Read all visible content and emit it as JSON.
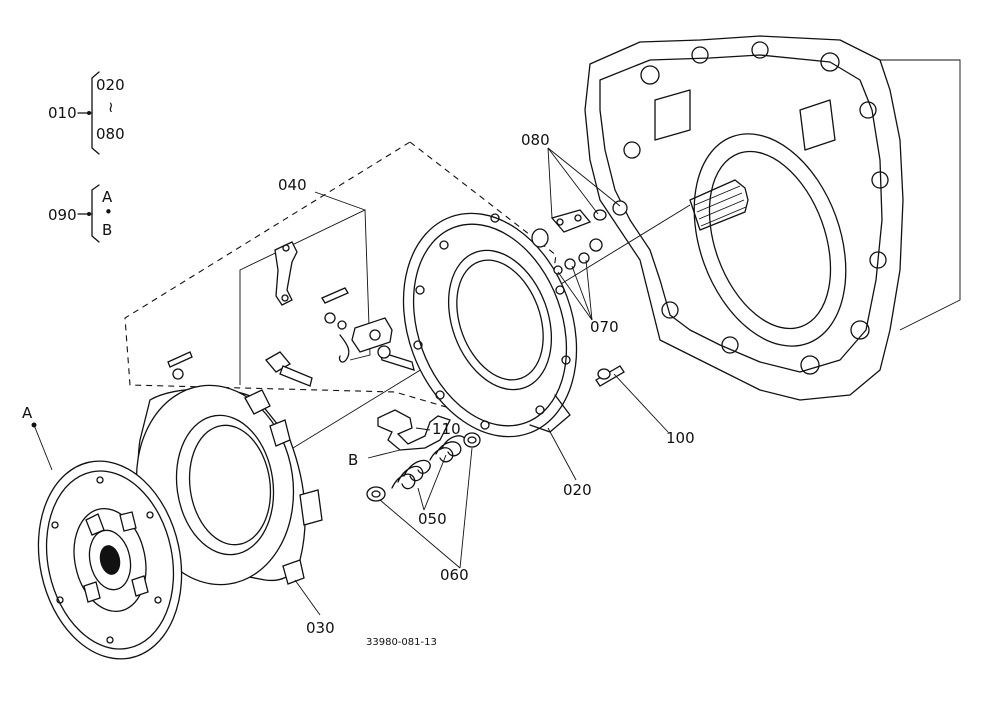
{
  "legend": {
    "kit": {
      "id": "010",
      "from": "020",
      "tilde": "≀",
      "to": "080"
    },
    "sub": {
      "id": "090",
      "a": "A",
      "dot": "•",
      "b": "B"
    }
  },
  "callouts": {
    "c040": "040",
    "c080": "080",
    "c070": "070",
    "c100": "100",
    "c110": "110",
    "c020": "020",
    "c050": "050",
    "c060": "060",
    "c030": "030",
    "cA": "A",
    "cB": "B"
  },
  "drawing_number": "33980-081-13"
}
